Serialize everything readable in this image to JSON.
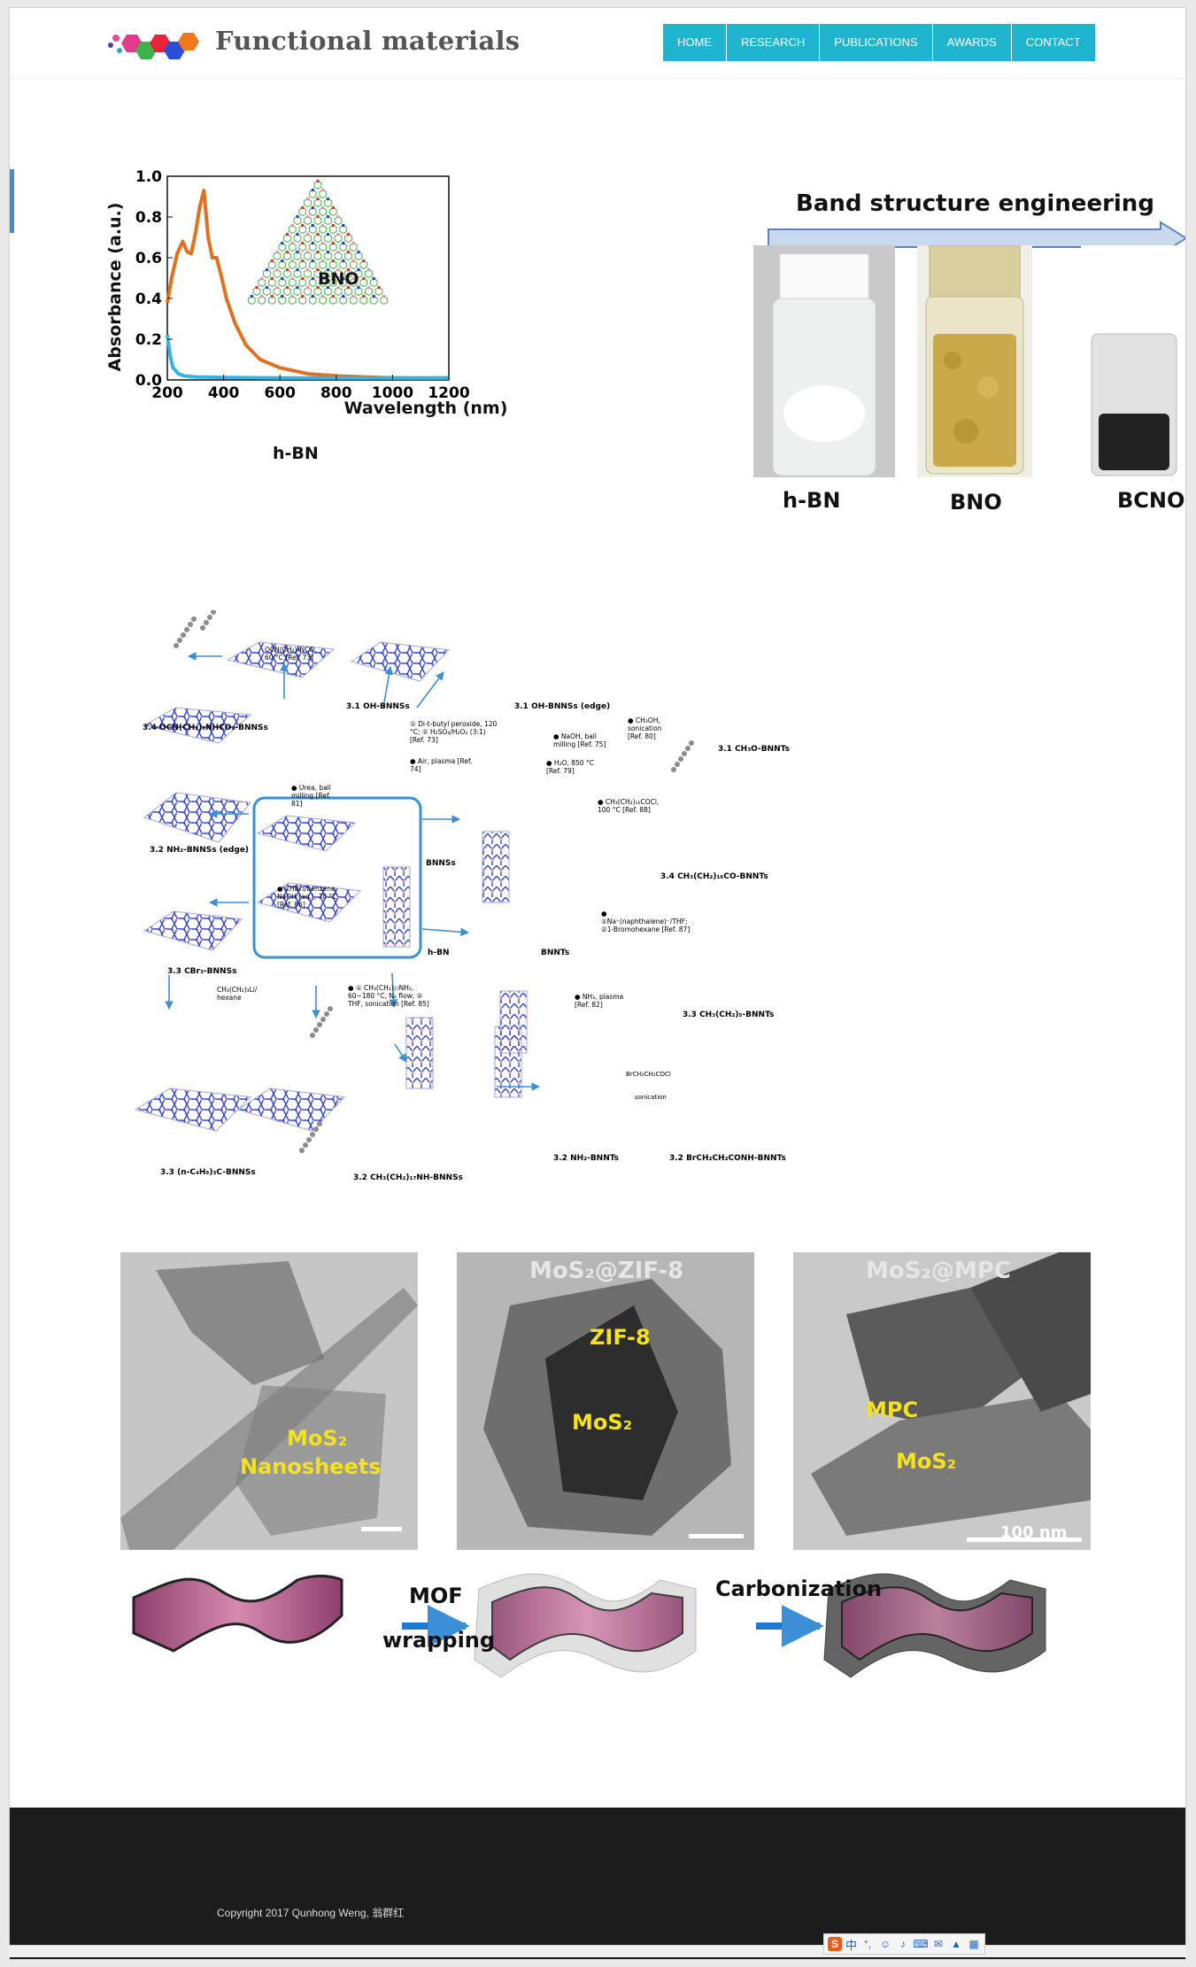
{
  "site": {
    "title": "Functional materials"
  },
  "nav": {
    "items": [
      "HOME",
      "RESEARCH",
      "PUBLICATIONS",
      "AWARDS",
      "CONTACT"
    ]
  },
  "figure1": {
    "chart_data": {
      "type": "line",
      "xlabel": "Wavelength (nm)",
      "ylabel": "Absorbance (a.u.)",
      "xlim": [
        200,
        1200
      ],
      "ylim": [
        0.0,
        1.0
      ],
      "xticks": [
        "200",
        "400",
        "600",
        "800",
        "1000",
        "1200"
      ],
      "yticks": [
        "0.0",
        "0.2",
        "0.4",
        "0.6",
        "0.8",
        "1.0"
      ],
      "series": [
        {
          "name": "BNO",
          "color": "#e2701e",
          "x": [
            200,
            215,
            235,
            255,
            270,
            285,
            300,
            315,
            330,
            345,
            360,
            375,
            390,
            410,
            440,
            480,
            530,
            600,
            700,
            800,
            900,
            1000,
            1100,
            1200
          ],
          "y": [
            0.38,
            0.5,
            0.62,
            0.68,
            0.63,
            0.62,
            0.72,
            0.85,
            0.93,
            0.7,
            0.6,
            0.6,
            0.52,
            0.4,
            0.28,
            0.17,
            0.1,
            0.06,
            0.03,
            0.02,
            0.015,
            0.01,
            0.01,
            0.01
          ]
        },
        {
          "name": "h-BN",
          "color": "#33b4e6",
          "x": [
            200,
            210,
            220,
            240,
            260,
            300,
            400,
            600,
            800,
            1000,
            1200
          ],
          "y": [
            0.22,
            0.12,
            0.06,
            0.03,
            0.02,
            0.015,
            0.012,
            0.01,
            0.01,
            0.01,
            0.01
          ]
        }
      ]
    },
    "band_title": "Band structure engineering",
    "vials": [
      "h-BN",
      "BNO",
      "BCNO"
    ]
  },
  "figure2": {
    "center": {
      "bnnss": "BNNSs",
      "hbn": "h-BN",
      "bnnts": "BNNTs"
    },
    "products": {
      "p34a": "3.4 OCN(CH₂)₆NHCO₂-BNNSs",
      "p31a": "3.1 OH-BNNSs",
      "p31b": "3.1 OH-BNNSs (edge)",
      "p31c": "3.1 CH₃O-BNNTs",
      "p32a": "3.2 NH₂-BNNSs (edge)",
      "p34b": "3.4 CH₃(CH₂)₁₆CO-BNNTs",
      "p33a": "3.3 CBr₃-BNNSs",
      "p33b": "3.3 CH₃(CH₂)₅-BNNTs",
      "p33c": "3.3 (n-C₄H₉)₃C-BNNSs",
      "p32b": "3.2 CH₃(CH₂)₁₇NH-BNNSs",
      "p32c": "3.2 NH₂-BNNTs",
      "p32d": "3.2 BrCH₂CH₂CONH-BNNTs"
    },
    "conditions": {
      "c1": "OCN(CH₂)₆NCO, 60 °C [Ref. 73]",
      "c2": "① Di-t-butyl peroxide, 120 °C; ② H₂SO₄/H₂O₂ (3:1) [Ref. 73]",
      "c3": "● Air, plasma [Ref. 74]",
      "c4": "● NaOH, ball milling [Ref. 75]",
      "c5": "● H₂O, 850 °C [Ref. 79]",
      "c6": "● CH₃OH, sonication [Ref. 80]",
      "c7": "● Urea, ball milling [Ref. 81]",
      "c8": "● CH₃(CH₂)₁₆COCl, 100 °C [Ref. 88]",
      "c9": "● CHBr₃/benzene, NaOH (aq.), 70 °C [Ref. 86]",
      "c10": "● ①Na⁺(naphthalene)⁻/THF; ②1-Bromohexane [Ref. 87]",
      "c11": "CH₃(CH₂)₃Li/ hexane",
      "c12": "● ① CH₃(CH₂)₁₇NH₂, 60~180 °C, N₂ flow; ② THF, sonication [Ref. 85]",
      "c13": "● NH₃, plasma [Ref. 82]",
      "c14": "BrCH₂CH₂COCl",
      "c15": "sonication"
    }
  },
  "figure3": {
    "panel1": {
      "label1": "MoS₂",
      "label2": "Nanosheets"
    },
    "panel2": {
      "title": "MoS₂@ZIF-8",
      "label1": "ZIF-8",
      "label2": "MoS₂"
    },
    "panel3": {
      "title": "MoS₂@MPC",
      "label1": "MPC",
      "label2": "MoS₂",
      "scale": "100 nm"
    },
    "process": {
      "step1a": "MOF",
      "step1b": "wrapping",
      "step2": "Carbonization"
    }
  },
  "footer": {
    "copyright": "Copyright 2017 Qunhong Weng, 翁群红"
  },
  "ime": {
    "label": "中"
  },
  "colors": {
    "nav": "#1fb5cf",
    "bno": "#e2701e",
    "hbn": "#33b4e6",
    "yellow_label": "#f4e31a"
  }
}
